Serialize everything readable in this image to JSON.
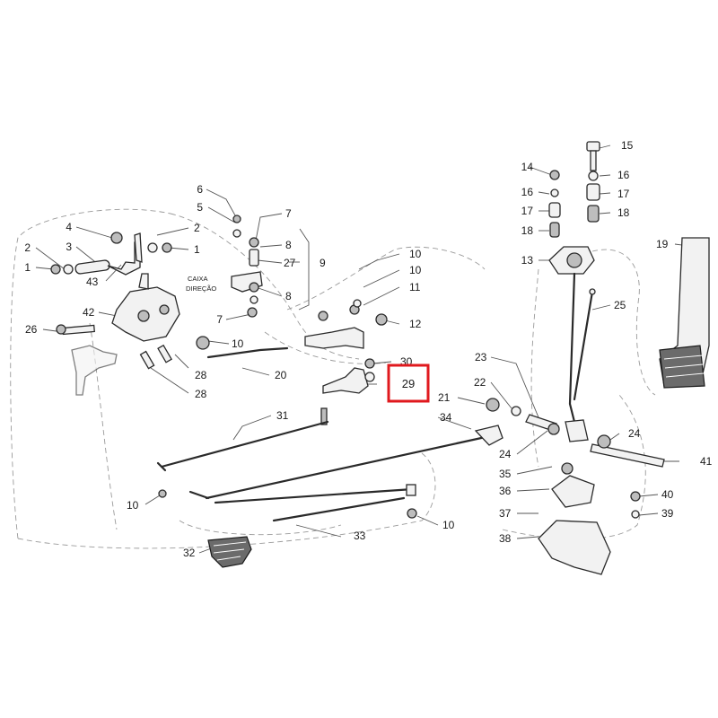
{
  "diagram": {
    "labels": {
      "p1a": "1",
      "p1b": "1",
      "p2a": "2",
      "p2b": "2",
      "p3": "3",
      "p4": "4",
      "p5": "5",
      "p6": "6",
      "p7a": "7",
      "p7b": "7",
      "p8a": "8",
      "p8b": "8",
      "p9": "9",
      "p10a": "10",
      "p10b": "10",
      "p10c": "10",
      "p10d": "10",
      "p10e": "10",
      "p11": "11",
      "p12": "12",
      "p13": "13",
      "p14": "14",
      "p15": "15",
      "p16a": "16",
      "p16b": "16",
      "p17a": "17",
      "p17b": "17",
      "p18a": "18",
      "p18b": "18",
      "p19": "19",
      "p20": "20",
      "p21": "21",
      "p22": "22",
      "p23": "23",
      "p24a": "24",
      "p24b": "24",
      "p25": "25",
      "p26": "26",
      "p27": "27",
      "p28a": "28",
      "p28b": "28",
      "p29": "29",
      "p30": "30",
      "p31": "31",
      "p32": "32",
      "p33": "33",
      "p34": "34",
      "p35": "35",
      "p36": "36",
      "p37": "37",
      "p38": "38",
      "p39": "39",
      "p40": "40",
      "p41": "41",
      "p42": "42",
      "p43": "43"
    },
    "caixa_label_1": "CAIXA",
    "caixa_label_2": "DIREÇÃO",
    "highlighted_part": "29",
    "highlight_color": "#e0191e"
  }
}
